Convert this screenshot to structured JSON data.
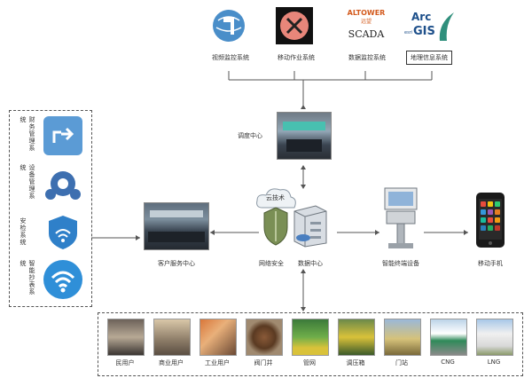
{
  "top_systems": [
    {
      "label": "视频监控系统",
      "icon": "globe-icon"
    },
    {
      "label": "移动作业系统",
      "icon": "tools-icon"
    },
    {
      "label": "数据监控系统",
      "icon": "altower-scada-logo"
    },
    {
      "label": "地理信息系统",
      "icon": "arcgis-logo"
    }
  ],
  "logos": {
    "altower": "ALTOWER",
    "altower_sub": "远望",
    "scada": "SCADA",
    "arcgis_top": "Arc",
    "arcgis_bottom": "GIS",
    "esri": "esri"
  },
  "nodes": {
    "dispatch": "调度中心",
    "customer_service": "客户服务中心",
    "cloud": "云技术",
    "network_security": "网络安全",
    "data_center": "数据中心",
    "terminal": "智能终端设备",
    "mobile": "移动手机"
  },
  "left_panel": [
    {
      "label": "财务管理系统",
      "icon": "finance-icon"
    },
    {
      "label": "设备管理系统",
      "icon": "gears-icon"
    },
    {
      "label": "安检系统",
      "icon": "security-shield-icon"
    },
    {
      "label": "智能抄表系统",
      "icon": "wifi-meter-icon"
    }
  ],
  "bottom_panel": [
    {
      "label": "民用户"
    },
    {
      "label": "商业用户"
    },
    {
      "label": "工业用户"
    },
    {
      "label": "阀门井"
    },
    {
      "label": "管网"
    },
    {
      "label": "调压箱"
    },
    {
      "label": "门站"
    },
    {
      "label": "CNG"
    },
    {
      "label": "LNG"
    }
  ],
  "colors": {
    "line": "#555555",
    "blue_icon": "#5b9bd5",
    "red_icon": "#e8867a",
    "green_shield": "#7a8f55"
  }
}
